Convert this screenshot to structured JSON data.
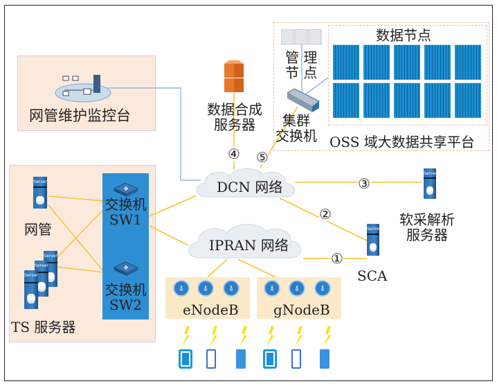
{
  "title": "OSS big data sharing platform network architecture",
  "colors": {
    "link_yellow": "#f4c430",
    "link_blue": "#8db8dc",
    "zone_fill": "#fbe9dc",
    "switch_column": "#2f8fd5",
    "basestation_fill": "#fbe9c7",
    "cloud_fill": "#e9eef3"
  },
  "nodes": {
    "nms_console": {
      "label": "网管维护监控台"
    },
    "data_synth_server": {
      "label_line1": "数据合成",
      "label_line2": "服务器"
    },
    "mgmt_node": {
      "label_line1": "管 理",
      "label_line2": "节 点"
    },
    "data_node": {
      "label": "数据节点"
    },
    "cluster_switch": {
      "label_line1": "集群",
      "label_line2": "交换机"
    },
    "oss_platform": {
      "label": "OSS 域大数据共享平台"
    },
    "dcn": {
      "label": "DCN 网络"
    },
    "ipran": {
      "label": "IPRAN 网络"
    },
    "softcollect_server": {
      "label_line1": "软采解析",
      "label_line2": "服务器"
    },
    "sca": {
      "label": "SCA"
    },
    "nms": {
      "label": "网管"
    },
    "ts_servers": {
      "label": "TS 服务器"
    },
    "sw1": {
      "label_line1": "交换机",
      "label_line2": "SW1"
    },
    "sw2": {
      "label_line1": "交换机",
      "label_line2": "SW2"
    },
    "enodeb": {
      "label": "eNodeB"
    },
    "gnodeb": {
      "label": "gNodeB"
    }
  },
  "link_markers": {
    "m1": "①",
    "m2": "②",
    "m3": "③",
    "m4": "④",
    "m5": "⑤"
  },
  "icons": {
    "server_tag": "Server"
  }
}
